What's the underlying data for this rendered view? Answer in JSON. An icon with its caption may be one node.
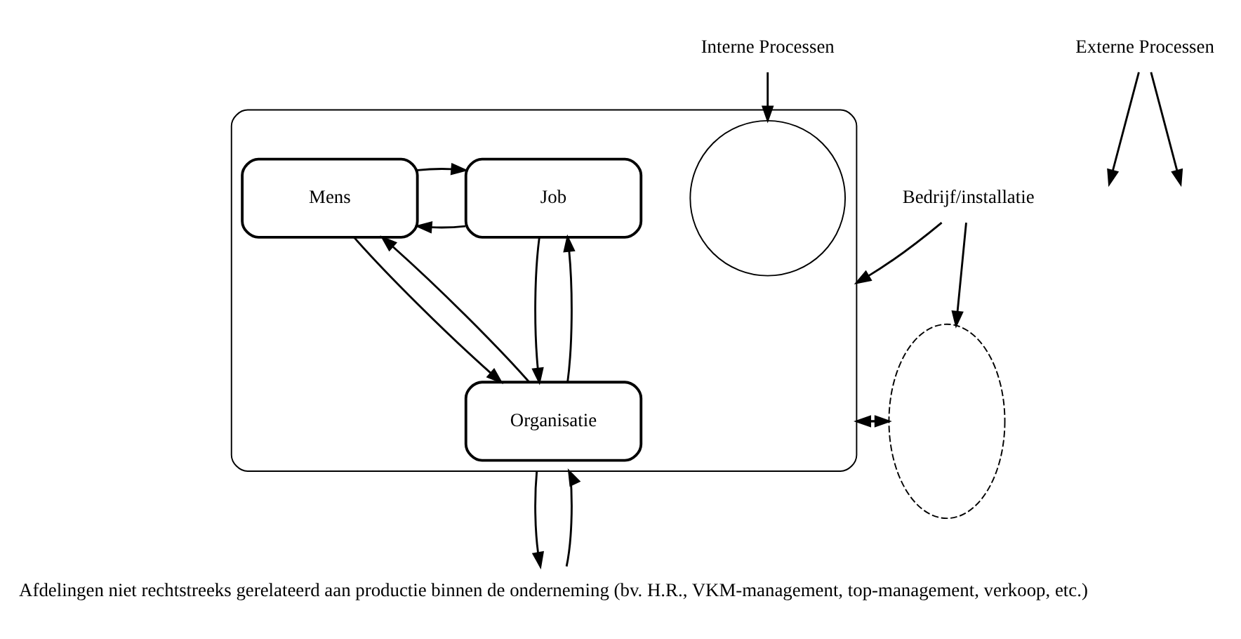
{
  "diagram": {
    "nodes": [
      {
        "text": [],
        "shape": "ellipse"
      },
      {
        "text": [],
        "shape": "circle",
        "in": 0
      },
      {
        "text": [
          "Job"
        ],
        "in": 0
      },
      {
        "text": [
          "Mens"
        ],
        "in": 0
      },
      {
        "text": [
          "Organisatie"
        ],
        "in": 0
      },
      {
        "text": [],
        "shape": "arc"
      },
      {
        "text": [
          "Interne Processen"
        ]
      },
      {
        "text": [
          "Bedrijf/installatie"
        ]
      },
      {
        "text": [
          "Externe Processen"
        ]
      },
      {
        "text": [
          "Afdelingen niet rechtstreeks gerelateerd aan productie binnen de onderneming (bv. H.R., VKM-management, top-management, verkoop, etc.)"
        ]
      }
    ],
    "edges": [
      {
        "from": 2,
        "to": 3,
        "arrow": "to"
      },
      {
        "from": 3,
        "to": 2,
        "arrow": "to"
      },
      {
        "from": 2,
        "to": 4,
        "arrow": "to"
      },
      {
        "from": 4,
        "to": 2,
        "arrow": "to"
      },
      {
        "from": 3,
        "to": 4,
        "arrow": "to"
      },
      {
        "from": 4,
        "to": 3,
        "arrow": "to"
      },
      {
        "from": 0,
        "to": 5,
        "arrow": "to"
      },
      {
        "from": 5,
        "to": 0,
        "arrow": "to"
      },
      {
        "from": 0,
        "to": 9,
        "arrow": "to"
      },
      {
        "from": 9,
        "to": 0,
        "arrow": "to"
      },
      {
        "from": 6,
        "to": 1,
        "arrow": "to"
      },
      {
        "from": 7,
        "to": 0,
        "arrow": "to"
      },
      {
        "from": 7,
        "to": 5,
        "arrow": "to"
      },
      {
        "from": 8,
        "to": null,
        "arrow": "to"
      },
      {
        "from": 8,
        "to": null,
        "arrow": "to"
      }
    ]
  }
}
